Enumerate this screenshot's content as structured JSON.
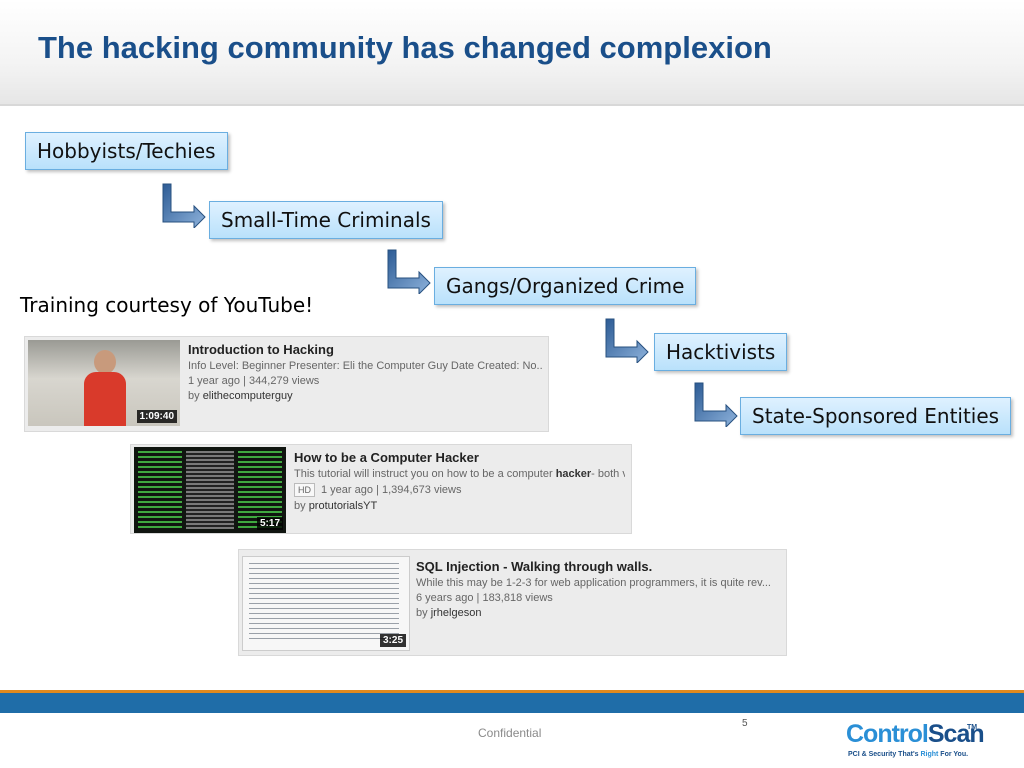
{
  "slide": {
    "title": "The hacking community has changed complexion",
    "caption": "Training courtesy of YouTube!"
  },
  "steps": [
    {
      "label": "Hobbyists/Techies"
    },
    {
      "label": "Small-Time Criminals"
    },
    {
      "label": "Gangs/Organized Crime"
    },
    {
      "label": "Hacktivists"
    },
    {
      "label": "State-Sponsored Entities"
    }
  ],
  "videos": [
    {
      "title": "Introduction to Hacking",
      "description": "Info Level: Beginner Presenter: Eli the Computer Guy Date Created: No...",
      "meta": "1 year ago | 344,279 views",
      "by_prefix": "by",
      "channel": "elithecomputerguy",
      "duration": "1:09:40"
    },
    {
      "title": "How to be a Computer Hacker",
      "description_pre": "This tutorial will instruct you on how to be a computer",
      "description_bold": "hacker",
      "description_post": "- both visu...",
      "badge": "HD",
      "meta": "1 year ago | 1,394,673 views",
      "by_prefix": "by",
      "channel": "protutorialsYT",
      "duration": "5:17"
    },
    {
      "title": "SQL Injection - Walking through walls.",
      "description": "While this may be 1-2-3 for web application programmers, it is quite rev...",
      "meta": "6 years ago | 183,818 views",
      "by_prefix": "by",
      "channel": "jrhelgeson",
      "duration": "3:25"
    }
  ],
  "footer": {
    "confidential": "Confidential",
    "page_number": "5",
    "logo_part1": "Control",
    "logo_part2": "Scan",
    "logo_tm": "TM",
    "logo_tag_pre": "PCI & Security  That's ",
    "logo_tag_mid": "Right",
    "logo_tag_post": " For You."
  },
  "colors": {
    "title": "#1a4f8a",
    "step_fill": "#b9e1fb",
    "step_border": "#6aaee0",
    "footer_bar": "#1f6da8",
    "footer_accent": "#e08a1e",
    "logo_blue": "#1a4f8a",
    "logo_accent": "#2a8fd6"
  }
}
